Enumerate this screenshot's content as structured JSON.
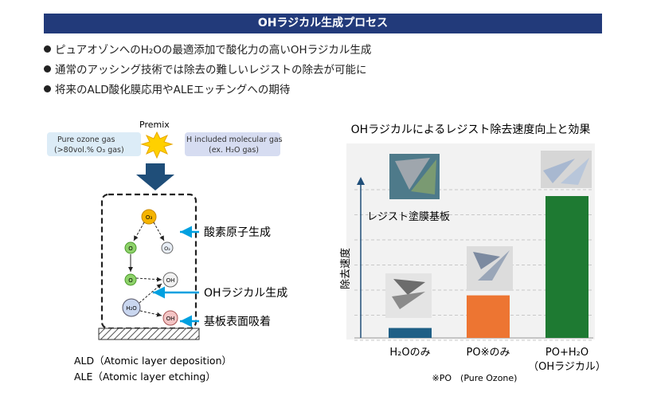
{
  "title": "OHラジカル生成プロセス",
  "bullets": [
    "ピュアオゾンへのH₂Oの最適添加で酸化力の高いOHラジカル生成",
    "通常のアッシング技術では除去の難しいレジストの除去が可能に",
    "将来のALD酸化膜応用やALEエッチングへの期待"
  ],
  "left_diagram": {
    "premix": "Premix",
    "gas_left_1": "Pure ozone gas",
    "gas_left_2": "(>80vol.% O₃ gas)",
    "gas_right_1": "H included molecular gas",
    "gas_right_2": "(ex. H₂O gas)",
    "mol_o3": "O₃",
    "mol_o2": "O₂",
    "mol_o": "O",
    "mol_oh": "OH",
    "mol_h2o": "H₂O",
    "label_oxygen_atom": "酸素原子生成",
    "label_oh_radical": "OHラジカル生成",
    "label_adsorption": "基板表面吸着",
    "ald": "ALD（Atomic layer deposition）",
    "ale": "ALE（Atomic layer etching）",
    "colors": {
      "gas_box_left": "#dcecf7",
      "gas_box_right": "#d6dcf1",
      "arrow_blue": "#00a0e0",
      "down_arrow": "#1f4e79",
      "o3": "#f5b400",
      "o": "#8ed26a",
      "oh": "#f4c5c5",
      "h2o": "#c9d6ef"
    }
  },
  "chart_data": {
    "type": "bar",
    "title": "OHラジカルによるレジスト除去速度向上と効果",
    "ylabel": "除去速度",
    "categories": [
      "H₂Oのみ",
      "PO※のみ",
      "PO+H₂O",
      "（OHラジカル）"
    ],
    "values": [
      0.07,
      0.3,
      1.0
    ],
    "colors": [
      "#1f5f86",
      "#ed7532",
      "#1e7a32"
    ],
    "annotation": "レジスト塗膜基板",
    "footnote": "※PO　(Pure Ozone)",
    "grid": true
  }
}
